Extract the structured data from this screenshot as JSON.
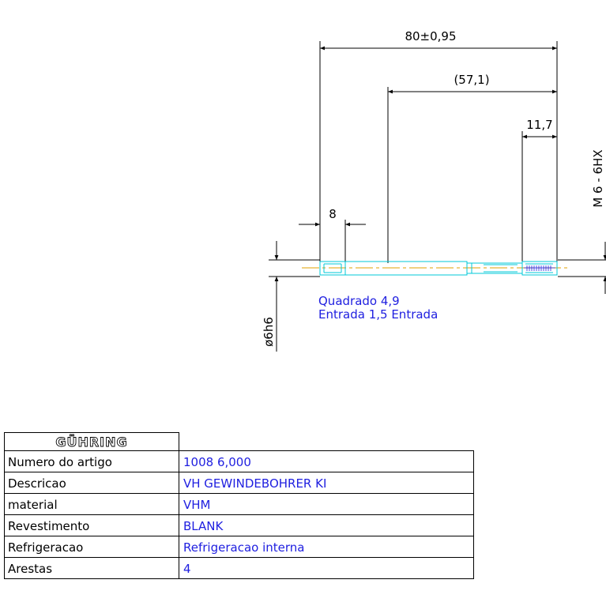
{
  "dimensions": {
    "overall_length": "80±0,95",
    "shank_length": "(57,1)",
    "thread_length": "11,7",
    "square_length": "8",
    "thread_spec": "M 6 - 6HX",
    "shank_diameter": "ø6h6"
  },
  "notes": {
    "square": "Quadrado 4,9",
    "entry": "Entrada 1,5 Entrada"
  },
  "title_block": {
    "logo": "GÜHRING",
    "rows": [
      {
        "label": "Numero do artigo",
        "value": "1008 6,000"
      },
      {
        "label": "Descricao",
        "value": "VH GEWINDEBOHRER KI"
      },
      {
        "label": "material",
        "value": "VHM"
      },
      {
        "label": "Revestimento",
        "value": "BLANK"
      },
      {
        "label": "Refrigeracao",
        "value": "Refrigeracao interna"
      },
      {
        "label": "Arestas",
        "value": "4"
      }
    ]
  },
  "colors": {
    "outline": "#00c8d8",
    "centerline": "#e0a000",
    "thread": "#2020e0",
    "dimension": "#000000"
  }
}
